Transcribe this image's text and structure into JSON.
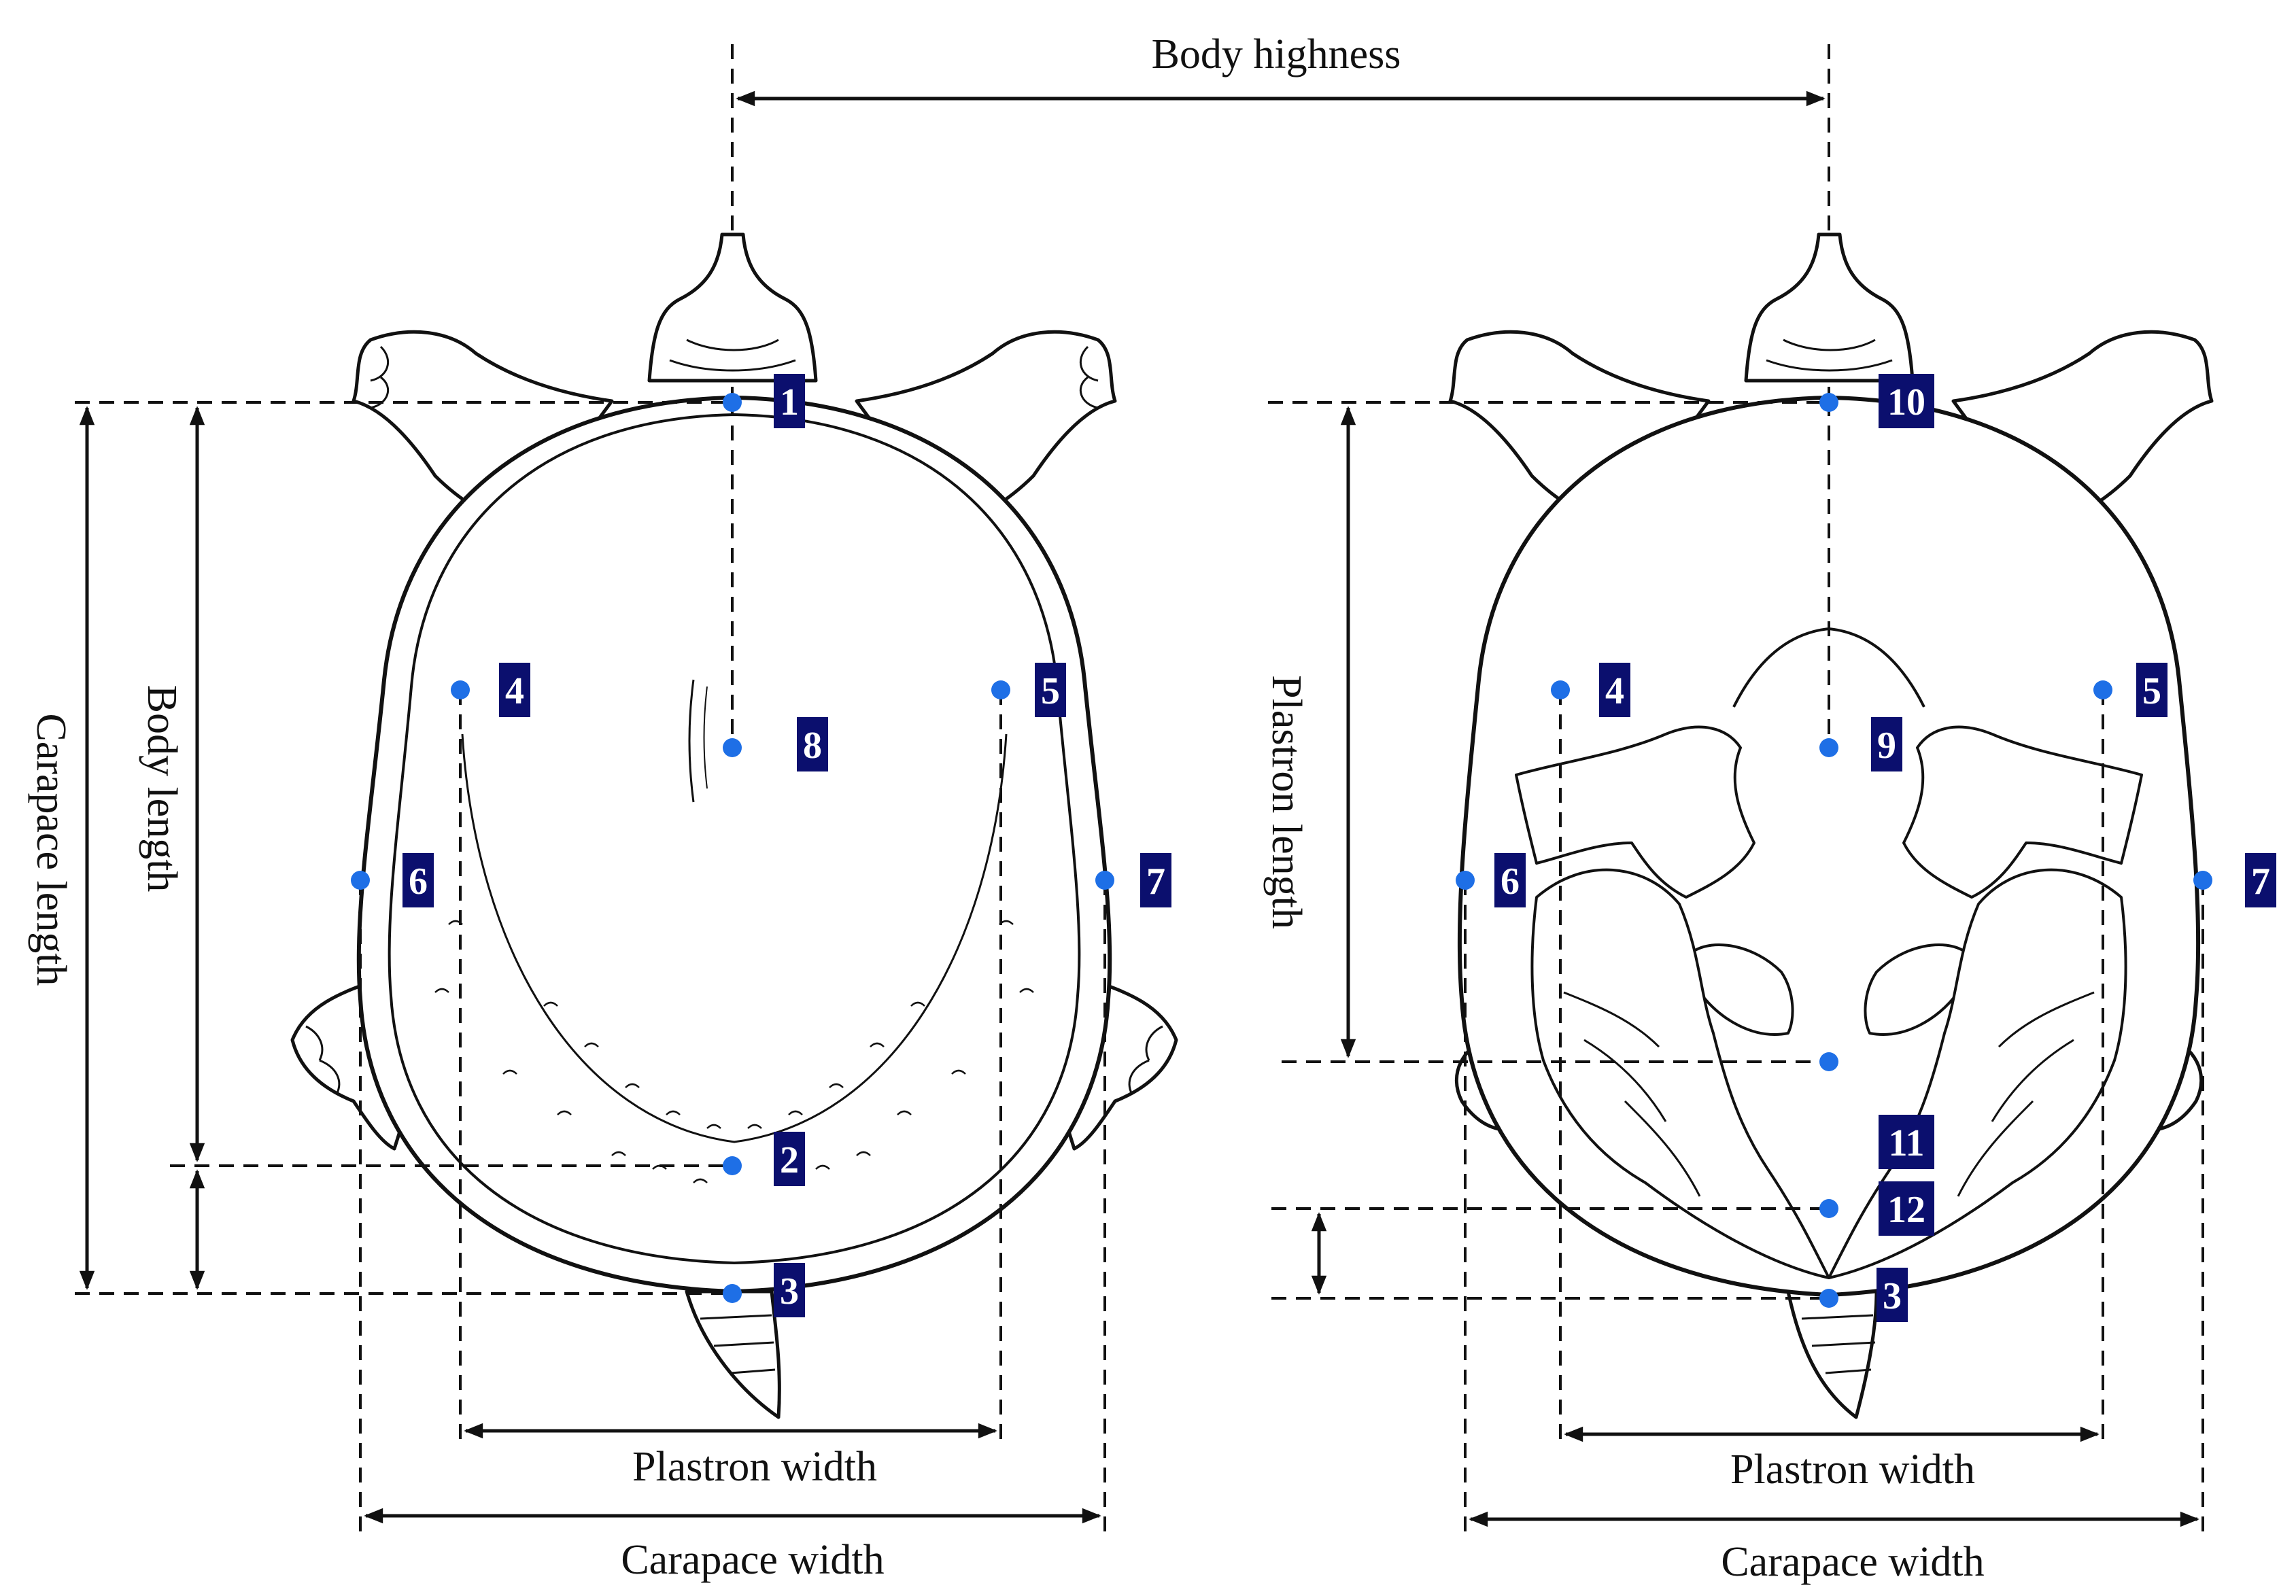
{
  "colors": {
    "line": "#111111",
    "marker": "#1E6FE6",
    "badge": "#0B0F6E",
    "badge_text": "#FFFFFF"
  },
  "labels": {
    "body_highness": "Body highness",
    "carapace_length": "Carapace length",
    "body_length": "Body length",
    "plastron_length": "Plastron length",
    "plastron_width": "Plastron width",
    "carapace_width": "Carapace width"
  },
  "dorsal_view": {
    "markers": [
      "1",
      "2",
      "3",
      "4",
      "5",
      "6",
      "7",
      "8"
    ]
  },
  "ventral_view": {
    "markers": [
      "10",
      "9",
      "11",
      "12",
      "3",
      "4",
      "5",
      "6",
      "7"
    ]
  }
}
